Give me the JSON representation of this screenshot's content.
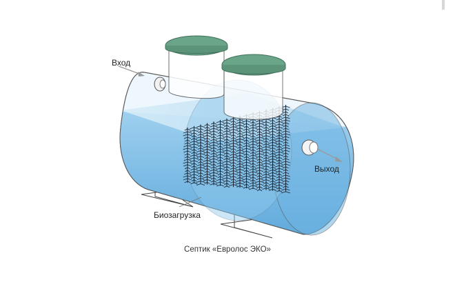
{
  "labels": {
    "inlet": "Вход",
    "outlet": "Выход",
    "biomedia": "Биозагрузка",
    "caption": "Септик «Евролос ЭКО»"
  },
  "colors": {
    "water": "#7fbde6",
    "water_surface": "#bfe1f5",
    "lid": "#6aa589",
    "media": "#1e2a38",
    "outline": "#555555"
  }
}
